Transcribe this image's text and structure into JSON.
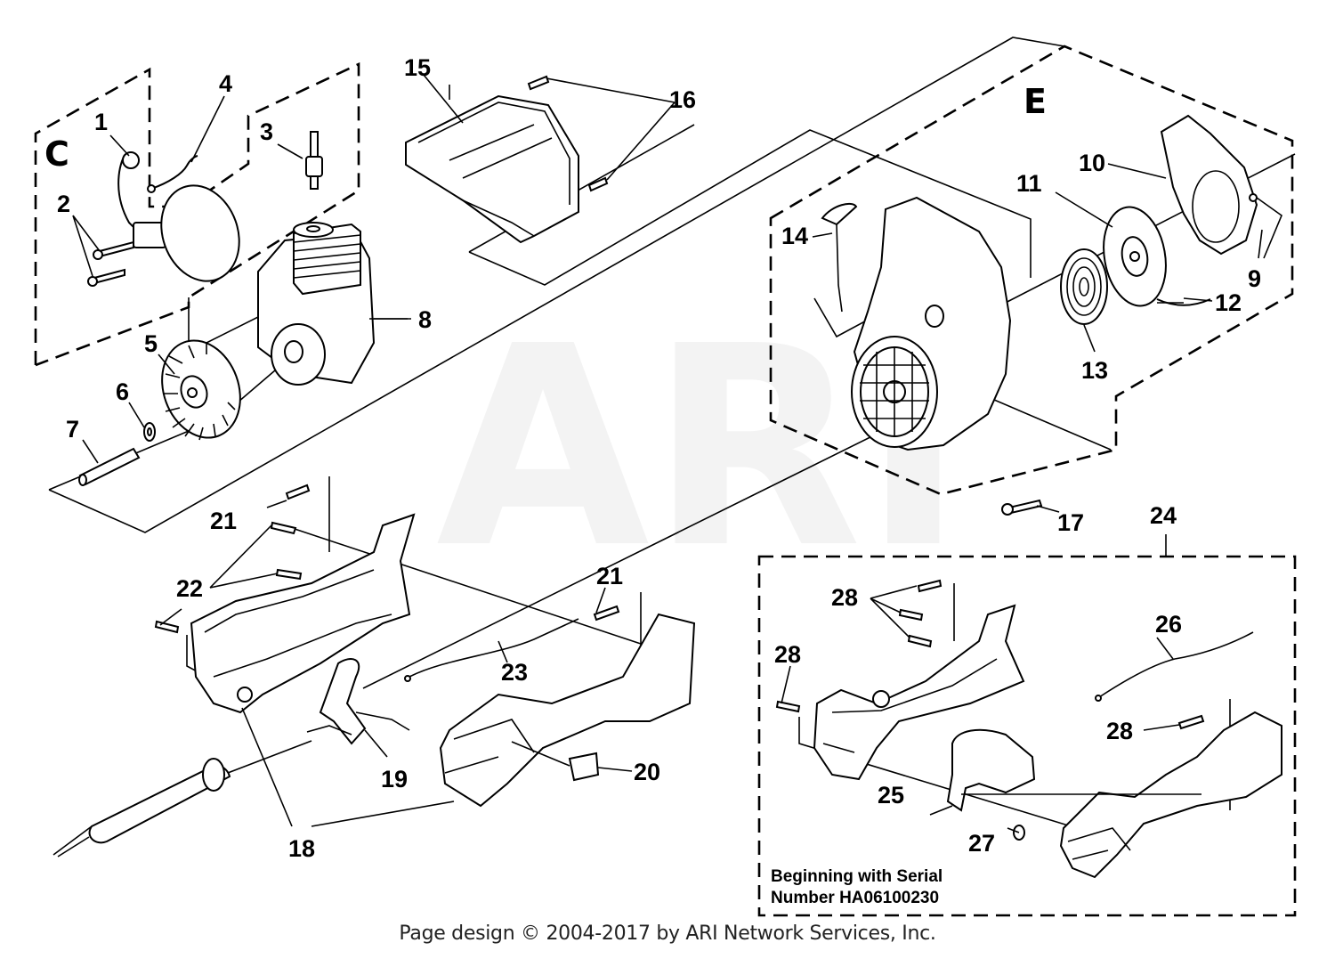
{
  "watermark": "ARI",
  "group_labels": {
    "c": "C",
    "e": "E"
  },
  "part_numbers": {
    "p1": "1",
    "p2": "2",
    "p3": "3",
    "p4": "4",
    "p5": "5",
    "p6": "6",
    "p7": "7",
    "p8": "8",
    "p9": "9",
    "p10": "10",
    "p11": "11",
    "p12": "12",
    "p13": "13",
    "p14": "14",
    "p15": "15",
    "p16": "16",
    "p17": "17",
    "p18": "18",
    "p19": "19",
    "p20": "20",
    "p21a": "21",
    "p21b": "21",
    "p22": "22",
    "p23": "23",
    "p24": "24",
    "p25": "25",
    "p26": "26",
    "p27": "27",
    "p28a": "28",
    "p28b": "28",
    "p28c": "28"
  },
  "serial_note": {
    "line1": "Beginning with Serial",
    "line2": "Number HA06100230"
  },
  "footer": "Page design © 2004-2017 by ARI Network Services, Inc."
}
